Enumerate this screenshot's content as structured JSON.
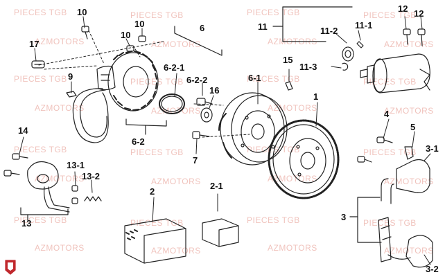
{
  "watermark": {
    "line1": "PIECES TGB",
    "line2": "AZMOTORS"
  },
  "callouts": {
    "c1": "1",
    "c2": "2",
    "c2_1": "2-1",
    "c3": "3",
    "c3_1": "3-1",
    "c3_2": "3-2",
    "c4": "4",
    "c5": "5",
    "c6": "6",
    "c6_1": "6-1",
    "c6_2": "6-2",
    "c6_2_1": "6-2-1",
    "c6_2_2": "6-2-2",
    "c7": "7",
    "c9": "9",
    "c10a": "10",
    "c10b": "10",
    "c10c": "10",
    "c11": "11",
    "c11_1": "11-1",
    "c11_2": "11-2",
    "c11_3": "11-3",
    "c12a": "12",
    "c12b": "12",
    "c13": "13",
    "c13_1": "13-1",
    "c13_2": "13-2",
    "c14": "14",
    "c15": "15",
    "c16": "16",
    "c17": "17"
  },
  "colors": {
    "line": "#222222",
    "watermark": "#f0c3bd",
    "logo": "#c0282d"
  }
}
